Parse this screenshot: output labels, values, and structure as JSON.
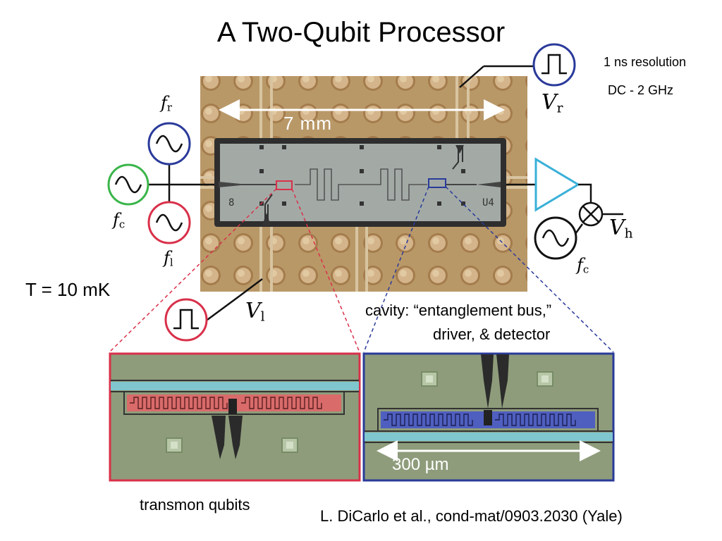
{
  "title": "A Two-Qubit Processor",
  "resolution_note": "1 ns resolution",
  "bandwidth_note": "DC - 2 GHz",
  "chip_width_label": "7 mm",
  "temperature": "T = 10 mK",
  "cavity_label_line1": "cavity: “entanglement bus,”",
  "cavity_label_line2": "driver, & detector",
  "zoom_scale_label": "300 µm",
  "qubits_label": "transmon qubits",
  "citation": "L. DiCarlo et al., cond-mat/0903.2030 (Yale)",
  "chip_marks": {
    "left": "8",
    "right": "U4"
  },
  "symbols": {
    "f_r": {
      "base": "f",
      "sub": "r"
    },
    "f_c": {
      "base": "f",
      "sub": "c"
    },
    "f_l": {
      "base": "f",
      "sub": "l"
    },
    "V_r": {
      "base": "V",
      "sub": "r"
    },
    "V_l": {
      "base": "V",
      "sub": "l"
    },
    "V_h": {
      "base": "V",
      "sub": "h"
    },
    "f_c_right": {
      "base": "f",
      "sub": "c"
    }
  },
  "colors": {
    "red_qubit": "#d9304a",
    "blue_qubit": "#2a3a9a",
    "green_source": "#3ab54a",
    "cyan_amp": "#3ab0d8",
    "pcb_copper": "#b08a5a",
    "chip_gray": "#9aa3a0",
    "zoom_bg": "#8f9d7c"
  }
}
